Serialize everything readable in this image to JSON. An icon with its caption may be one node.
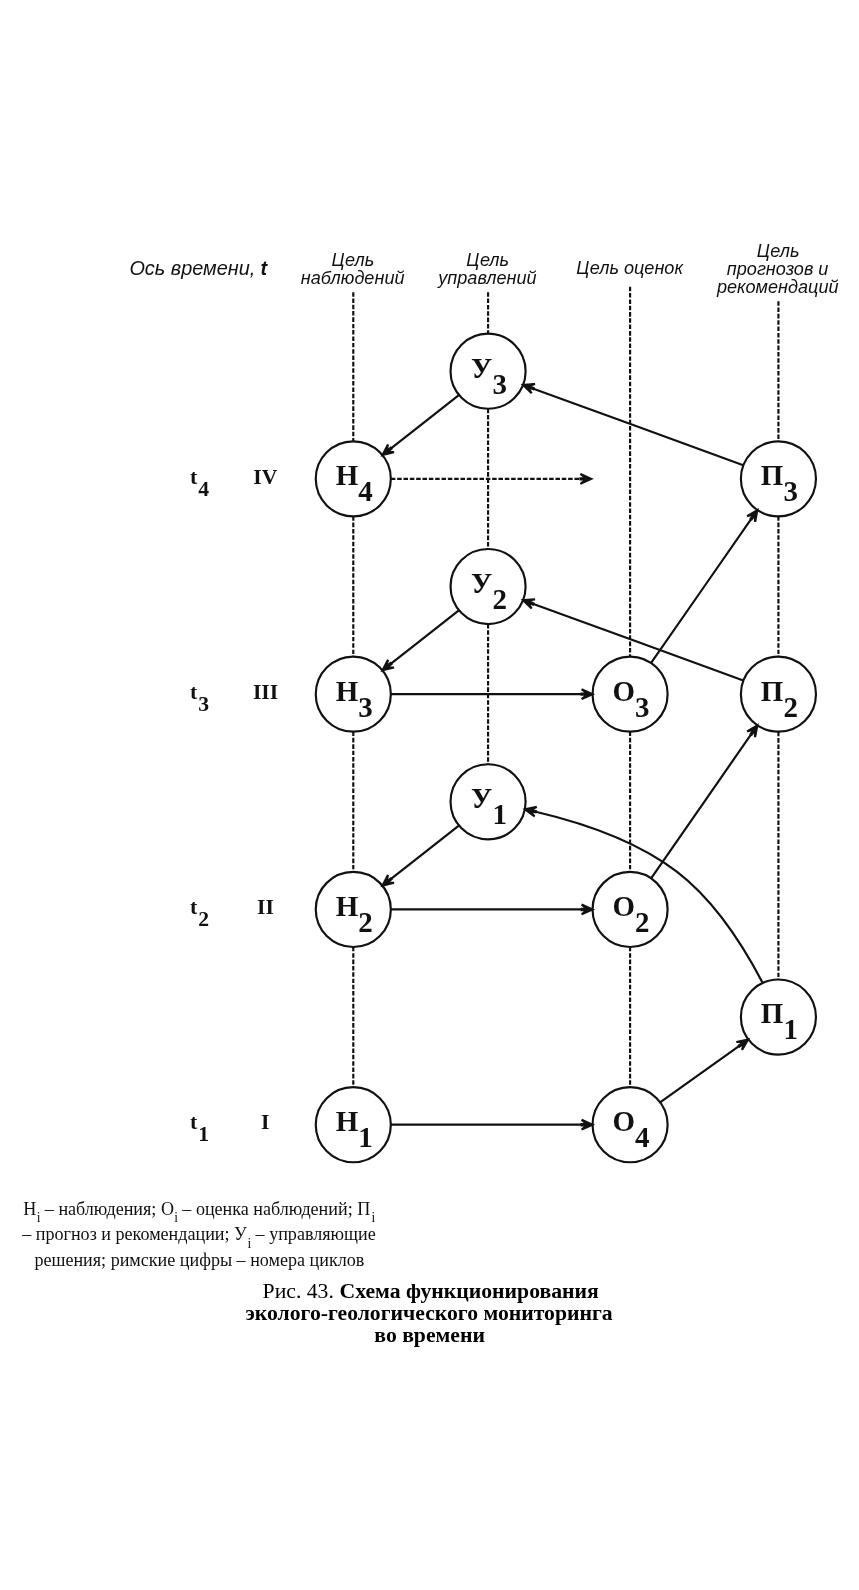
{
  "diagram": {
    "caption": "Рис. 43. **Схема функционирования эколого-геологического мониторинга во времени**",
    "nodes": [
      {
        "text": [
          "Цель наблюдений"
        ]
      },
      {
        "text": [
          "Цель управлений"
        ]
      },
      {
        "text": [
          "Цель оценок"
        ]
      },
      {
        "text": [
          "Цель прогнозов и рекомендаций"
        ]
      },
      {
        "text": [
          "У$_{3}$"
        ]
      },
      {
        "text": [
          "Н$_{4}$"
        ]
      },
      {
        "text": [
          "П$_{3}$"
        ]
      },
      {
        "text": [
          "У$_{2}$"
        ]
      },
      {
        "text": [
          "Н$_{3}$"
        ]
      },
      {
        "text": [
          "О$_{3}$"
        ]
      },
      {
        "text": [
          "П$_{2}$"
        ]
      },
      {
        "text": [
          "У$_{1}$"
        ]
      },
      {
        "text": [
          "Н$_{2}$"
        ]
      },
      {
        "text": [
          "О$_{2}$"
        ]
      },
      {
        "text": [
          "П$_{1}$"
        ]
      },
      {
        "text": [
          "Н$_{1}$"
        ]
      },
      {
        "text": [
          "О$_{4}$"
        ]
      }
    ],
    "edges": [
      {
        "from": 0,
        "to": 5,
        "arrow": "none",
        "style": "dashed"
      },
      {
        "from": 5,
        "to": 8,
        "arrow": "none",
        "style": "dashed"
      },
      {
        "from": 8,
        "to": 12,
        "arrow": "none",
        "style": "dashed"
      },
      {
        "from": 12,
        "to": 15,
        "arrow": "none",
        "style": "dashed"
      },
      {
        "from": 1,
        "to": 4,
        "arrow": "none",
        "style": "dashed"
      },
      {
        "from": 4,
        "to": 7,
        "arrow": "none",
        "style": "dashed"
      },
      {
        "from": 7,
        "to": 11,
        "arrow": "none",
        "style": "dashed"
      },
      {
        "from": 2,
        "to": 9,
        "arrow": "none",
        "style": "dashed"
      },
      {
        "from": 9,
        "to": 13,
        "arrow": "none",
        "style": "dashed"
      },
      {
        "from": 13,
        "to": 16,
        "arrow": "none",
        "style": "dashed"
      },
      {
        "from": 3,
        "to": 6,
        "arrow": "none",
        "style": "dashed"
      },
      {
        "from": 6,
        "to": 10,
        "arrow": "none",
        "style": "dashed"
      },
      {
        "from": 10,
        "to": 14,
        "arrow": "none",
        "style": "dashed"
      },
      {
        "from": 15,
        "to": 16,
        "arrow": "to"
      },
      {
        "from": 16,
        "to": 14,
        "arrow": "to"
      },
      {
        "from": 14,
        "to": 11,
        "arrow": "to"
      },
      {
        "from": 11,
        "to": 12,
        "arrow": "to"
      },
      {
        "from": 12,
        "to": 13,
        "arrow": "to"
      },
      {
        "from": 13,
        "to": 10,
        "arrow": "to"
      },
      {
        "from": 10,
        "to": 7,
        "arrow": "to"
      },
      {
        "from": 7,
        "to": 8,
        "arrow": "to"
      },
      {
        "from": 8,
        "to": 9,
        "arrow": "to"
      },
      {
        "from": 9,
        "to": 6,
        "arrow": "to"
      },
      {
        "from": 6,
        "to": 4,
        "arrow": "to"
      },
      {
        "from": 4,
        "to": 5,
        "arrow": "to"
      },
      {
        "from": 5,
        "to": null,
        "arrow": "to",
        "style": "dashed"
      }
    ],
    "labels": [
      "Ось времени, **t**",
      "t$_{4}$",
      "IV",
      "t$_{3}$",
      "III",
      "t$_{2}$",
      "II",
      "t$_{1}$",
      "I",
      "Н$_{i}$ – наблюдения; О$_{i}$ – оценка наблюдений; П$_{i}$ – прогноз и рекомендации; У$_{i}$ – управляющие решения; римские цифры – номера циклов"
    ]
  }
}
